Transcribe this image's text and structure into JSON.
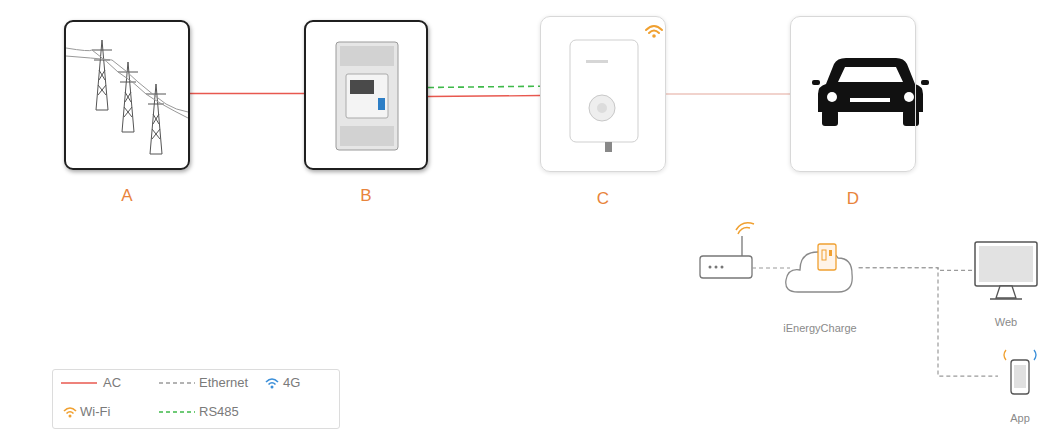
{
  "diagram": {
    "nodes": [
      {
        "text": [
          "A"
        ]
      },
      {
        "text": [
          "B"
        ]
      },
      {
        "text": [
          "C"
        ]
      },
      {
        "text": [
          "D"
        ]
      },
      {
        "text": [
          "iEnergyCharge"
        ]
      },
      {
        "text": [
          "Web"
        ]
      },
      {
        "text": [
          "App"
        ]
      }
    ],
    "edges": [
      {
        "from": 0,
        "to": 1,
        "arrow": "none"
      },
      {
        "from": 1,
        "to": 2,
        "arrow": "none"
      },
      {
        "from": 1,
        "to": 2,
        "arrow": "none"
      },
      {
        "from": 2,
        "to": 3,
        "arrow": "none"
      },
      {
        "from": 4,
        "to": 5,
        "arrow": "none"
      },
      {
        "from": 4,
        "to": 6,
        "arrow": "none"
      }
    ],
    "legend": [
      {
        "text": "AC"
      },
      {
        "text": "Ethernet"
      },
      {
        "text": "4G"
      },
      {
        "text": "Wi-Fi"
      },
      {
        "text": "RS485"
      }
    ]
  }
}
